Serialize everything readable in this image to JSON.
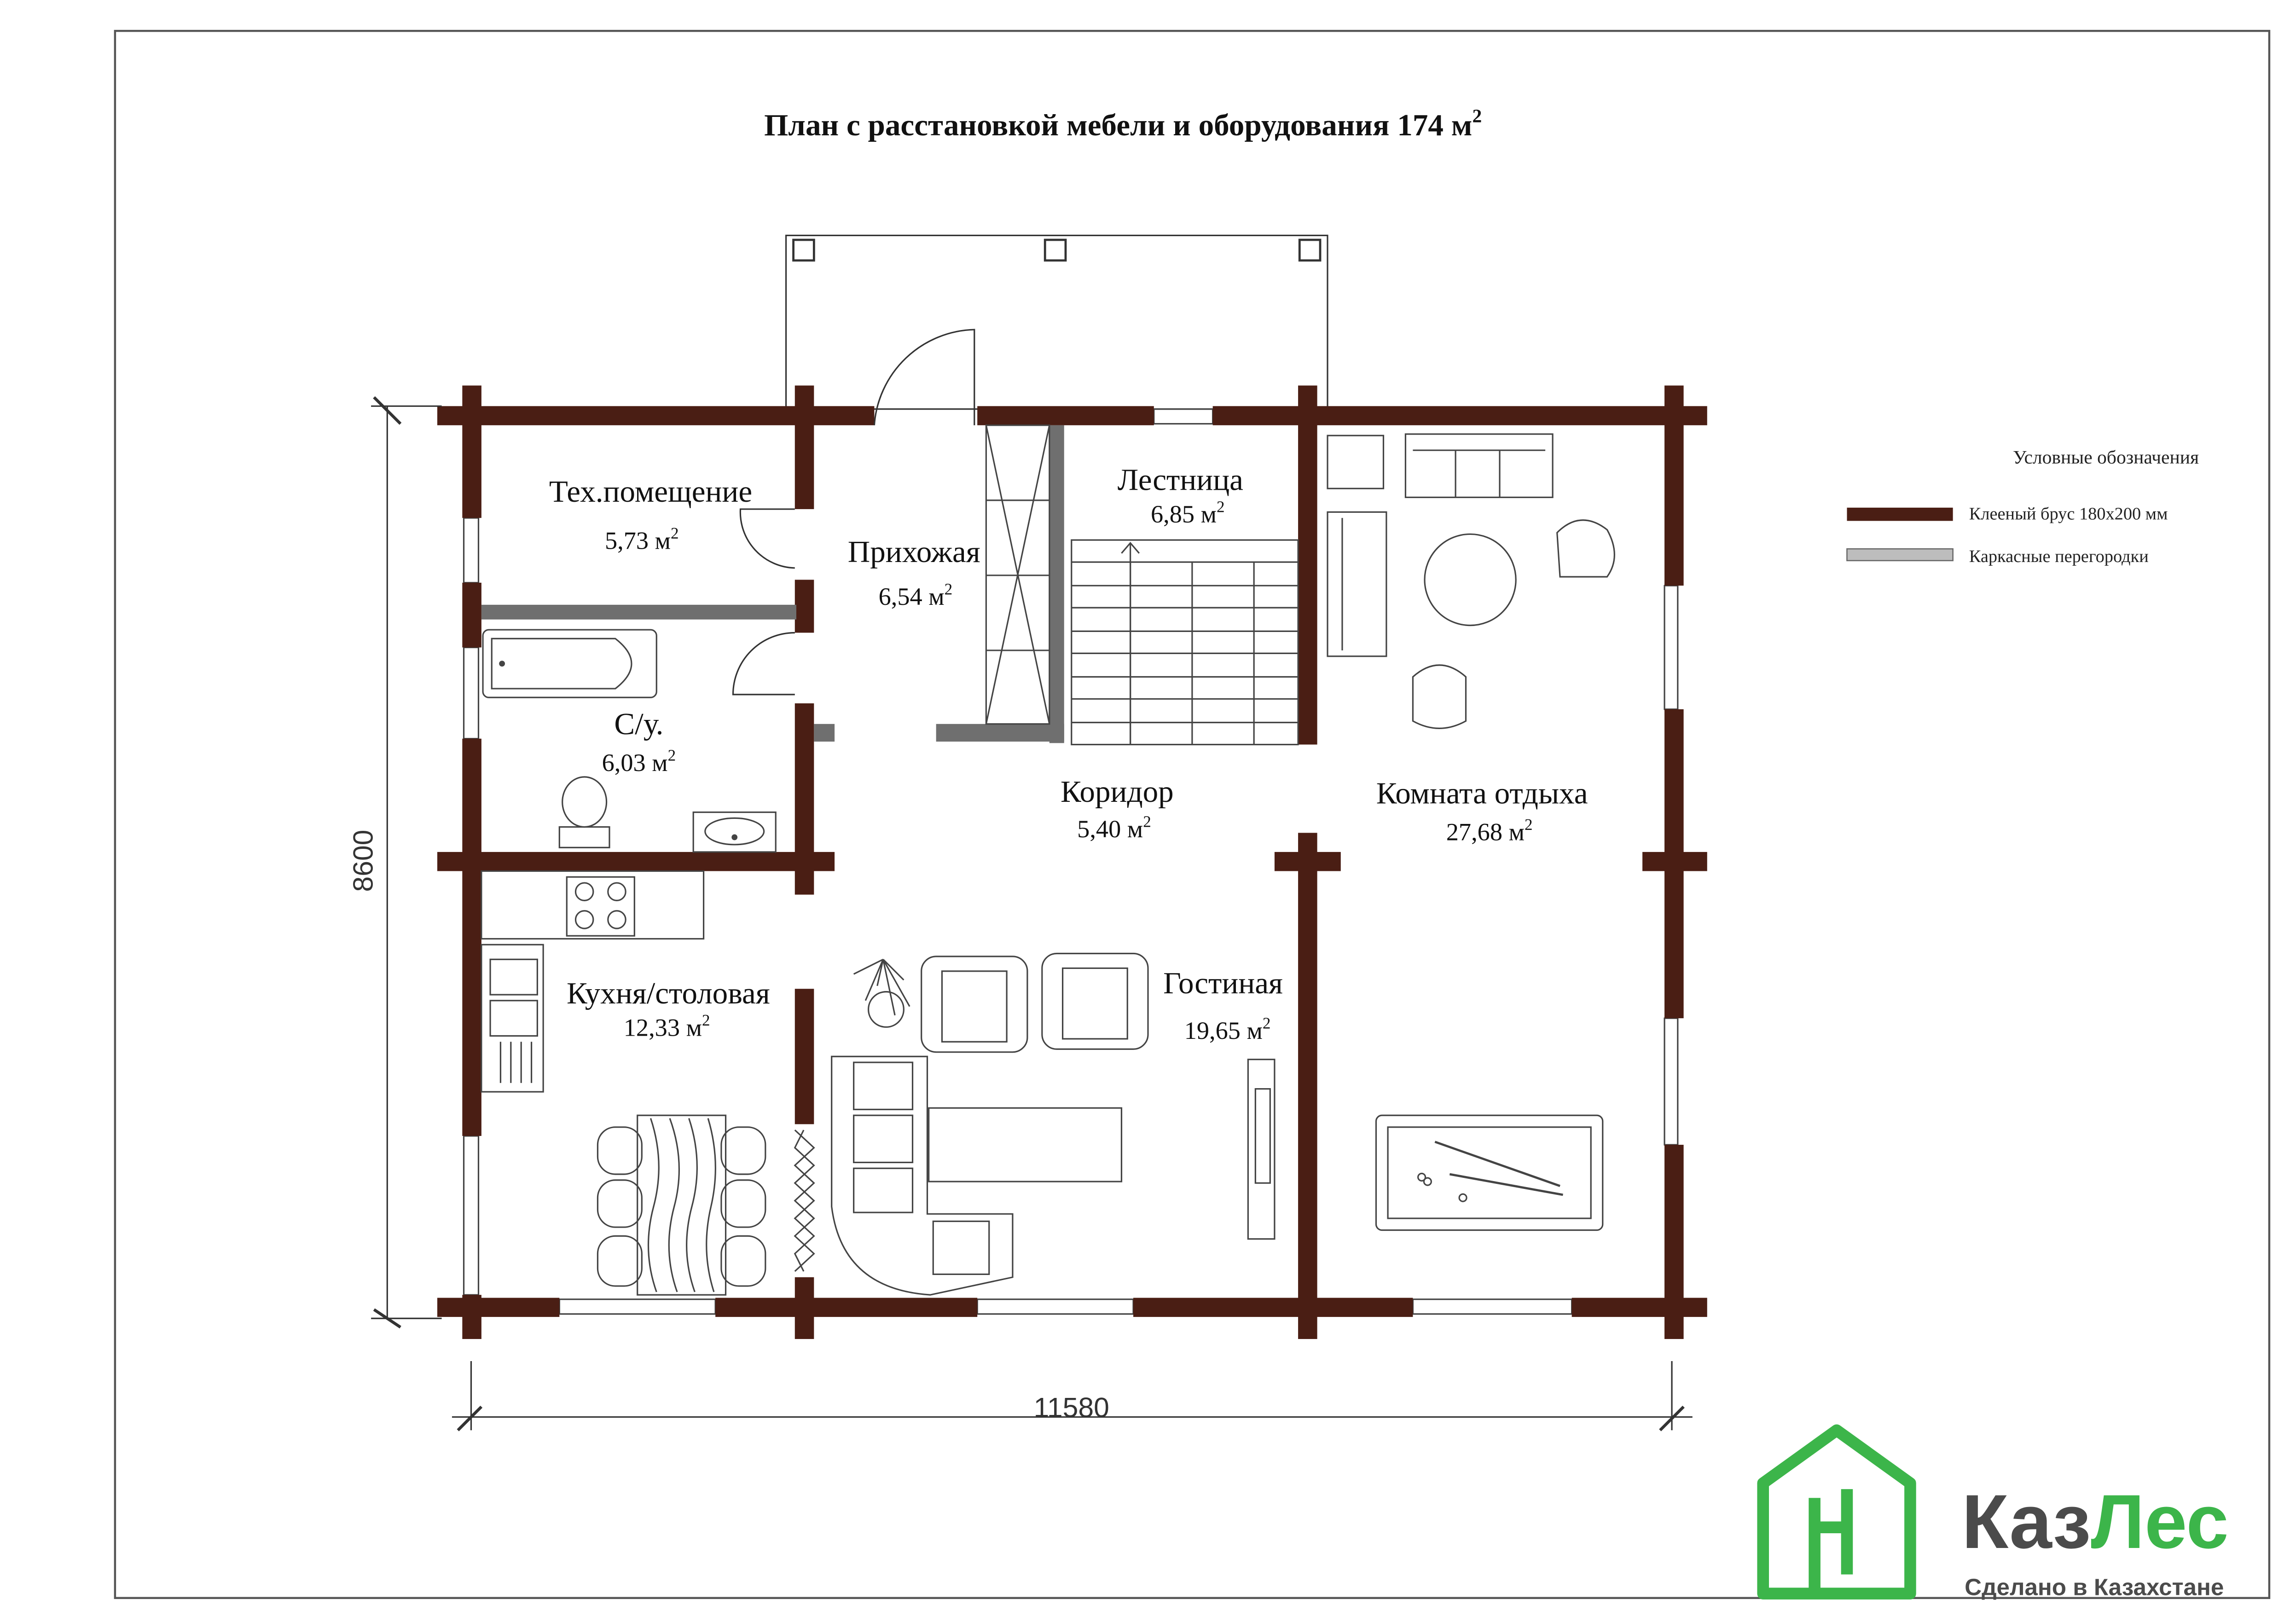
{
  "title": {
    "text": "План с расстановкой мебели и оборудования 174 м",
    "sup": "2"
  },
  "rooms": [
    {
      "id": "tech",
      "name": "Тех.помещение",
      "area": "5,73 м",
      "sup": "2"
    },
    {
      "id": "hall",
      "name": "Прихожая",
      "area": "6,54 м",
      "sup": "2"
    },
    {
      "id": "stairs",
      "name": "Лестница",
      "area": "6,85 м",
      "sup": "2"
    },
    {
      "id": "bath",
      "name": "С/у.",
      "area": "6,03 м",
      "sup": "2"
    },
    {
      "id": "corridor",
      "name": "Коридор",
      "area": "5,40 м",
      "sup": "2"
    },
    {
      "id": "rest",
      "name": "Комната отдыха",
      "area": "27,68 м",
      "sup": "2"
    },
    {
      "id": "kitchen",
      "name": "Кухня/столовая",
      "area": "12,33 м",
      "sup": "2"
    },
    {
      "id": "living",
      "name": "Гостиная",
      "area": "19,65 м",
      "sup": "2"
    }
  ],
  "dimensions": {
    "height": "8600",
    "width": "11580"
  },
  "legend": {
    "title": "Условные обозначения",
    "items": [
      {
        "label": "Клееный  брус 180х200 мм",
        "color": "#4a1e14"
      },
      {
        "label": "Каркасные перегородки",
        "color": "#bdbdbd"
      }
    ]
  },
  "logo": {
    "name_part1": "Каз",
    "name_part2": "Лес",
    "tagline": "Сделано в Казахстане",
    "color_dark": "#4b4b4b",
    "color_green": "#3cb54a"
  },
  "colors": {
    "wall": "#4a1e14",
    "partition": "#6f6f6f",
    "line": "#333333"
  }
}
